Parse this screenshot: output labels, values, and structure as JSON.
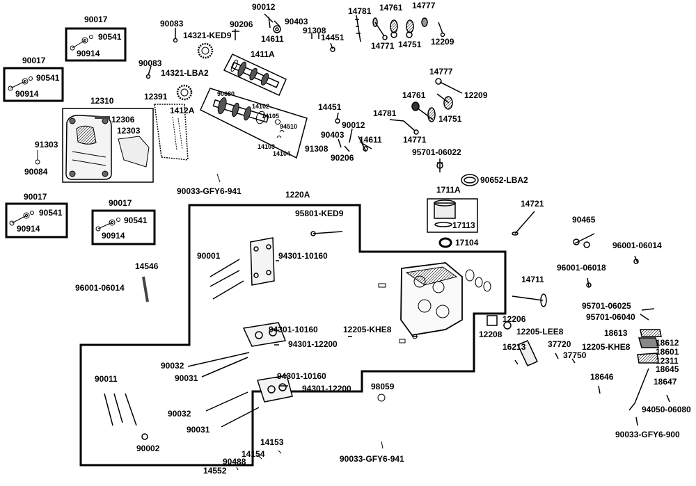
{
  "diagram": {
    "labels": {
      "l90017a": "90017",
      "l90541a": "90541",
      "l90914a": "90914",
      "l90017b": "90017",
      "l90541b": "90541",
      "l90914b": "90914",
      "l90017c": "90017",
      "l90541c": "90541",
      "l90914c": "90914",
      "l90017d": "90017",
      "l90541d": "90541",
      "l90914d": "90914",
      "l90083a": "90083",
      "l90083b": "90083",
      "l14321ked9": "14321-KED9",
      "l14321lba2": "14321-LBA2",
      "l90012a": "90012",
      "l90206a": "90206",
      "l14611a": "14611",
      "l90403a": "90403",
      "l91308a": "91308",
      "l14451a": "14451",
      "l14781a": "14781",
      "l14761a": "14761",
      "l14777a": "14777",
      "l14771a": "14771",
      "l14751a": "14751",
      "l12209a": "12209",
      "l1411a": "1411A",
      "l12391": "12391",
      "l1412a": "1412A",
      "l90680": "90680",
      "l14102": "14102",
      "l14105": "14105",
      "l94510": "94510",
      "l14103": "14103",
      "l14104": "14104",
      "l12310": "12310",
      "l12306": "12306",
      "l12303": "12303",
      "l91303": "91303",
      "l90084": "90084",
      "l14777b": "14777",
      "l14761b": "14761",
      "l12209b": "12209",
      "l14751b": "14751",
      "l14451b": "14451",
      "l14781b": "14781",
      "l90012b": "90012",
      "l90403b": "90403",
      "l14771b": "14771",
      "l14611b": "14611",
      "l91308b": "91308",
      "l90206b": "90206",
      "l95701_06022": "95701-06022",
      "l90652": "90652-LBA2",
      "l1711a": "1711A",
      "l17113": "17113",
      "l17104": "17104",
      "l90033a": "90033-GFY6-941",
      "l1220a": "1220A",
      "l95801": "95801-KED9",
      "l90001": "90001",
      "l94301a": "94301-10160",
      "l14546": "14546",
      "l96001a": "96001-06014",
      "l94301b": "94301-10160",
      "l94301c": "94301-12200",
      "l12205khe8a": "12205-KHE8",
      "l90032a": "90032",
      "l90031a": "90031",
      "l94301d": "94301-10160",
      "l94301e": "94301-12200",
      "l90011": "90011",
      "l90032b": "90032",
      "l90031b": "90031",
      "l90002": "90002",
      "l98059": "98059",
      "l14153": "14153",
      "l14154": "14154",
      "l90488": "90488",
      "l14552": "14552",
      "l90033b": "90033-GFY6-941",
      "l14721": "14721",
      "l90465": "90465",
      "l96001b": "96001-06014",
      "l96001c": "96001-06018",
      "l14711": "14711",
      "l95701_06025": "95701-06025",
      "l95701_06040": "95701-06040",
      "l12206": "12206",
      "l12208": "12208",
      "l12205lee8": "12205-LEE8",
      "l18613": "18613",
      "l18612": "18612",
      "l18601": "18601",
      "l12205khe8b": "12205-KHE8",
      "l12311": "12311",
      "l18645": "18645",
      "l16213": "16213",
      "l37720": "37720",
      "l37750": "37750",
      "l18646": "18646",
      "l18647": "18647",
      "l94050": "94050-06080",
      "l90033c": "90033-GFY6-900"
    }
  }
}
